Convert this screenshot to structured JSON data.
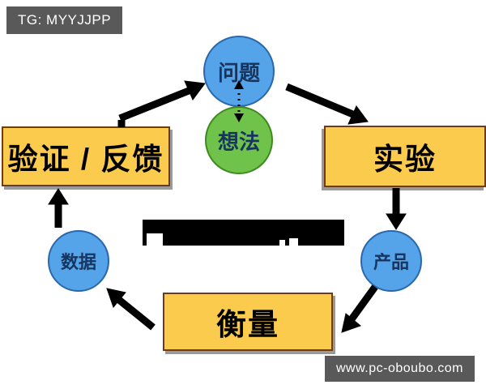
{
  "badges": {
    "top_left": "TG: MYYJJPP",
    "bottom_right": "www.pc-oboubo.com"
  },
  "nodes": {
    "problem": {
      "label": "问题",
      "shape": "circle",
      "color": "#55a3e8"
    },
    "idea": {
      "label": "想法",
      "shape": "circle",
      "color": "#6fc24a"
    },
    "validate": {
      "label": "验证 / 反馈",
      "shape": "rect",
      "color": "#fbcb4d"
    },
    "experiment": {
      "label": "实验",
      "shape": "rect",
      "color": "#fbcb4d"
    },
    "measure": {
      "label": "衡量",
      "shape": "rect",
      "color": "#fbcb4d"
    },
    "data": {
      "label": "数据",
      "shape": "circle",
      "color": "#55a3e8"
    },
    "product": {
      "label": "产品",
      "shape": "circle",
      "color": "#55a3e8"
    }
  },
  "edges": [
    {
      "from": "问题",
      "to": "想法",
      "style": "dotted-double-arrow"
    },
    {
      "from": "验证 / 反馈",
      "to": "问题/想法",
      "style": "solid-arrow"
    },
    {
      "from": "问题/想法",
      "to": "实验",
      "style": "solid-arrow"
    },
    {
      "from": "实验",
      "to": "产品",
      "style": "solid-arrow"
    },
    {
      "from": "产品",
      "to": "衡量",
      "style": "solid-arrow"
    },
    {
      "from": "衡量",
      "to": "数据",
      "style": "solid-arrow"
    },
    {
      "from": "数据",
      "to": "验证 / 反馈",
      "style": "solid-arrow"
    }
  ],
  "redaction": {
    "description": "solid black bar covering center title text"
  },
  "colors": {
    "blue": "#55a3e8",
    "green": "#6fc24a",
    "yellow": "#fbcb4d",
    "badge_bg": "#595959",
    "arrow_black": "#000000",
    "node_text": "#17355e"
  }
}
